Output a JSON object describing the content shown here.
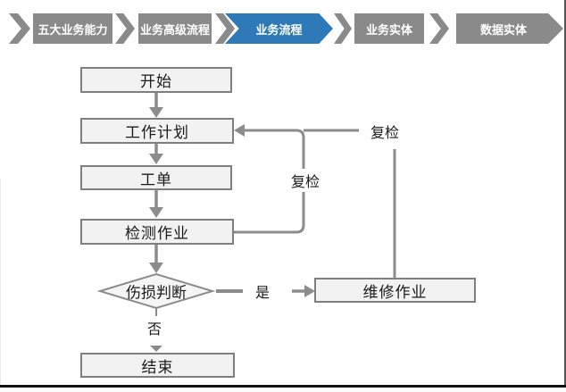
{
  "nav": {
    "items": [
      {
        "label": "五大业务能力",
        "active": false
      },
      {
        "label": "业务高级流程",
        "active": false
      },
      {
        "label": "业务流程",
        "active": true
      },
      {
        "label": "业务实体",
        "active": false
      },
      {
        "label": "数据实体",
        "active": false
      }
    ]
  },
  "flowchart": {
    "nodes": [
      {
        "id": "start",
        "label": "开始",
        "type": "process"
      },
      {
        "id": "plan",
        "label": "工作计划",
        "type": "process"
      },
      {
        "id": "order",
        "label": "工单",
        "type": "process"
      },
      {
        "id": "inspect",
        "label": "检测作业",
        "type": "process"
      },
      {
        "id": "judge",
        "label": "伤损判断",
        "type": "decision"
      },
      {
        "id": "repair",
        "label": "维修作业",
        "type": "process"
      },
      {
        "id": "end",
        "label": "结束",
        "type": "process"
      }
    ],
    "edge_labels": {
      "recheck_inner": "复检",
      "recheck_outer": "复检",
      "yes": "是",
      "no": "否"
    }
  },
  "colors": {
    "nav_active": "#2E7AB8",
    "nav_inactive": "#8A8A8A",
    "box_fill": "#F2F2F2",
    "box_border": "#7F7F7F",
    "connector": "#8C8C8C"
  }
}
